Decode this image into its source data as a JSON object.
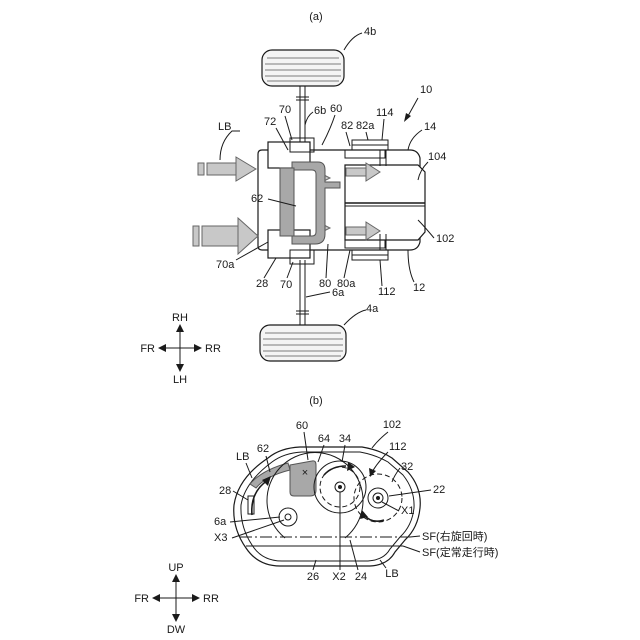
{
  "figure_a": {
    "caption": "(a)",
    "labels": {
      "ref_10": "10",
      "ref_4b": "4b",
      "ref_lb": "LB",
      "ref_70_top": "70",
      "ref_6b": "6b",
      "ref_60": "60",
      "ref_114": "114",
      "ref_72": "72",
      "ref_82": "82",
      "ref_82a": "82a",
      "ref_14": "14",
      "ref_104": "104",
      "ref_62": "62",
      "ref_102": "102",
      "ref_70a": "70a",
      "ref_28": "28",
      "ref_70_bottom": "70",
      "ref_80": "80",
      "ref_80a": "80a",
      "ref_6a": "6a",
      "ref_112": "112",
      "ref_12": "12",
      "ref_4a": "4a"
    },
    "compass": {
      "up": "RH",
      "down": "LH",
      "left": "FR",
      "right": "RR"
    }
  },
  "figure_b": {
    "caption": "(b)",
    "labels": {
      "ref_60": "60",
      "ref_102": "102",
      "ref_62": "62",
      "ref_64": "64",
      "ref_34": "34",
      "ref_112": "112",
      "ref_lb_top": "LB",
      "ref_32": "32",
      "ref_28": "28",
      "ref_22": "22",
      "ref_x1": "X1",
      "ref_6a": "6a",
      "ref_x3": "X3",
      "ref_sf_turn": "SF(右旋回時)",
      "ref_sf_straight": "SF(定常走行時)",
      "ref_26": "26",
      "ref_x2": "X2",
      "ref_24": "24",
      "ref_lb_bottom": "LB",
      "mark_x": "×"
    },
    "compass": {
      "up": "UP",
      "down": "DW",
      "left": "FR",
      "right": "RR"
    }
  }
}
